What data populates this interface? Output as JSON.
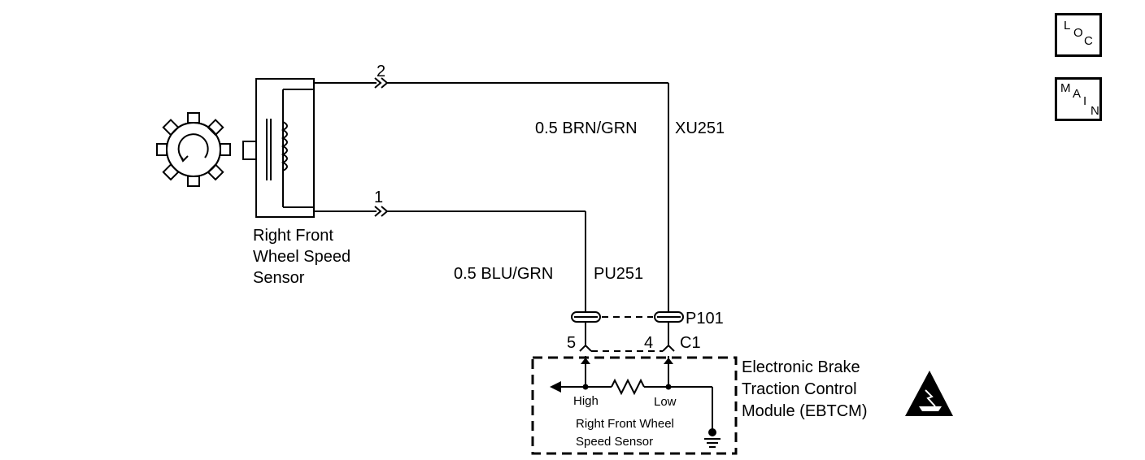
{
  "nav": {
    "loc": {
      "l": "L",
      "o": "O",
      "c": "C"
    },
    "main": {
      "m": "M",
      "a": "A",
      "i": "I",
      "n": "N"
    }
  },
  "sensor": {
    "label_line1": "Right Front",
    "label_line2": "Wheel Speed",
    "label_line3": "Sensor"
  },
  "wires": {
    "pin2": "2",
    "pin1": "1",
    "wire_top_color": "0.5 BRN/GRN",
    "wire_top_circuit": "XU251",
    "wire_bottom_color": "0.5 BLU/GRN",
    "wire_bottom_circuit": "PU251"
  },
  "connector": {
    "name": "P101",
    "cavity_left": "5",
    "cavity_right": "4",
    "id": "C1"
  },
  "module": {
    "name_line1": "Electronic Brake",
    "name_line2": "Traction Control",
    "name_line3": "Module (EBTCM)",
    "high": "High",
    "low": "Low",
    "inner_line1": "Right Front Wheel",
    "inner_line2": "Speed Sensor"
  }
}
